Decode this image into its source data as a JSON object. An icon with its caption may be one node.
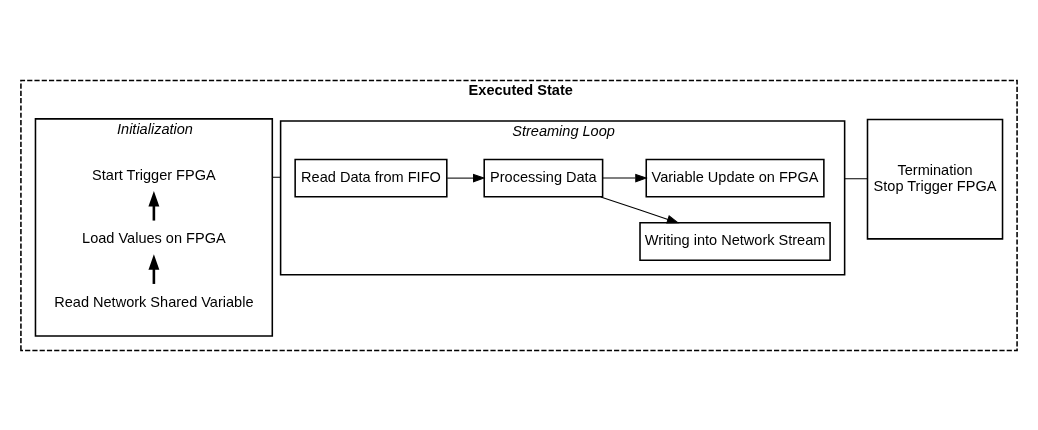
{
  "diagram": {
    "nodes": [
      {
        "text": [
          "Executed State"
        ]
      },
      {
        "text": [
          "Initialization"
        ],
        "in": 0
      },
      {
        "text": [
          "Read Network Shared Variable"
        ],
        "in": 1
      },
      {
        "text": [
          "Load Values on FPGA"
        ],
        "in": 1
      },
      {
        "text": [
          "Start Trigger FPGA"
        ],
        "in": 1
      },
      {
        "text": [
          "Streaming Loop"
        ],
        "in": 0
      },
      {
        "text": [
          "Read Data from FIFO"
        ],
        "in": 5
      },
      {
        "text": [
          "Processing Data"
        ],
        "in": 5
      },
      {
        "text": [
          "Writing into Network Stream"
        ],
        "in": 5
      },
      {
        "text": [
          "Variable Update on FPGA"
        ],
        "in": 5
      },
      {
        "text": [
          "Termination",
          "Stop Trigger FPGA"
        ],
        "in": 0
      }
    ],
    "edges": [
      {
        "from": 2,
        "to": 3,
        "arrow": "to",
        "style": "thick"
      },
      {
        "from": 3,
        "to": 4,
        "arrow": "to",
        "style": "thick"
      },
      {
        "from": 1,
        "to": 5,
        "arrow": "none"
      },
      {
        "from": 6,
        "to": 7,
        "arrow": "to"
      },
      {
        "from": 7,
        "to": 8,
        "arrow": "to"
      },
      {
        "from": 7,
        "to": 9,
        "arrow": "to"
      },
      {
        "from": 5,
        "to": 10,
        "arrow": "none"
      }
    ]
  }
}
